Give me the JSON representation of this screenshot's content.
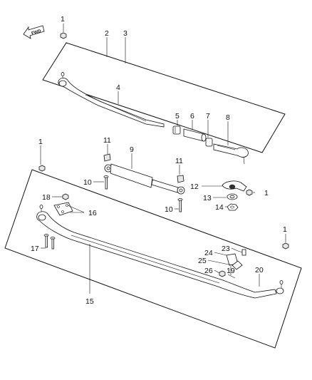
{
  "direction_arrow": {
    "label": "FWD",
    "icon": "forward-direction-arrow-icon"
  },
  "callouts": {
    "c1a": "1",
    "c2": "2",
    "c3": "3",
    "c4": "4",
    "c5": "5",
    "c6": "6",
    "c7": "7",
    "c8": "8",
    "c1b": "1",
    "c11a": "11",
    "c9": "9",
    "c11b": "11",
    "c10a": "10",
    "c12": "12",
    "c13": "13",
    "c1c": "1",
    "c14": "14",
    "c10b": "10",
    "c18": "18",
    "c16": "16",
    "c17": "17",
    "c1d": "1",
    "c23": "23",
    "c24": "24",
    "c25": "25",
    "c26": "26",
    "c19": "19",
    "c20": "20",
    "c15": "15"
  }
}
